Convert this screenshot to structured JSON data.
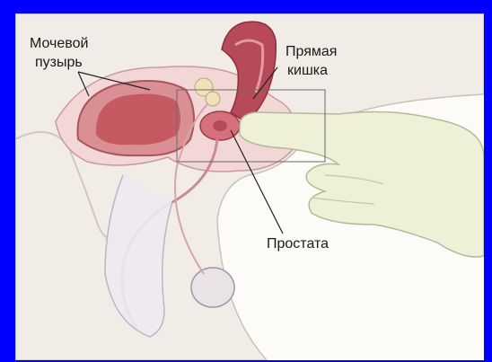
{
  "labels": {
    "bladder_line1": "Мочевой",
    "bladder_line2": "пузырь",
    "rectum_line1": "Прямая",
    "rectum_line2": "кишка",
    "prostate": "Простата"
  },
  "colors": {
    "border": "#0000ff",
    "background": "#fdfbf7",
    "skin": "#efeae0",
    "tissue_pink": "#e8b8bc",
    "organ_red": "#c85a64",
    "glove": "#eef0d8",
    "label_text": "#1a1a1a"
  }
}
